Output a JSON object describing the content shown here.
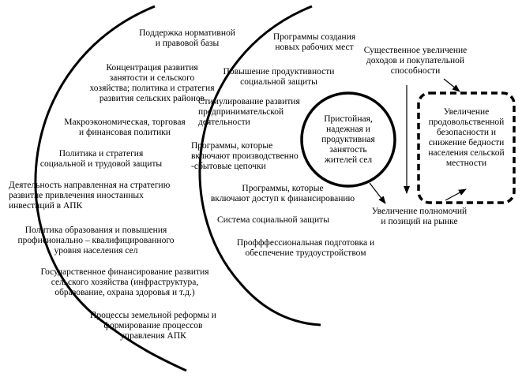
{
  "outer_policies": [
    "Поддержка нормативной\nи  правовой базы",
    "Концентрация развития\nзанятости и сельского\nхозяйства; политика и стратегия\nразвития сельских районов",
    "Макроэкономическая, торговая\nи финансовая политики",
    "Политика и стратегия\nсоциальной и трудовой защиты",
    "Деятельность направленная на стратегию\nразвитие привлечения иностанных\nинвестиций в АПК",
    "Политика образования и повышения\nпрофисионально – квалифицированного\nуровня населения сел",
    "Государственное финансирование развития\nсельского хозяйства (инфраструктура,\nобразование, охрана здоровья и т.д.)",
    "Процессы земельной реформы и\nформирование  процессов\nуправления АПК"
  ],
  "inner_programs": [
    "Программы  создания\nновых рабочих мест",
    "Повышение продуктивности\nсоциальной   защиты",
    "Стимулирование развития\nпредпринимательской\nдеятельности",
    "Программы, которые\nвключают производственно\n-сбытовые цепочки",
    "Программы, которые\nвключают доступ к финансированию",
    "Система социальной защиты",
    "Профффессиональная подготовка и\nобеспечение трудоустройством"
  ],
  "core_goal": "Пристойная,\nнадежная и\nпродуктивная\nзанятость\nжителей сел",
  "outcomes": {
    "income": "Существенное увеличение\nдоходов и покупательной\nспособности",
    "market": "Увеличение полномочий\nи позиций на рынке",
    "food_security": "Увеличение\nпродовольственной\nбезопасности и\nснижение бедности\nнаселения сельской\nместности"
  }
}
